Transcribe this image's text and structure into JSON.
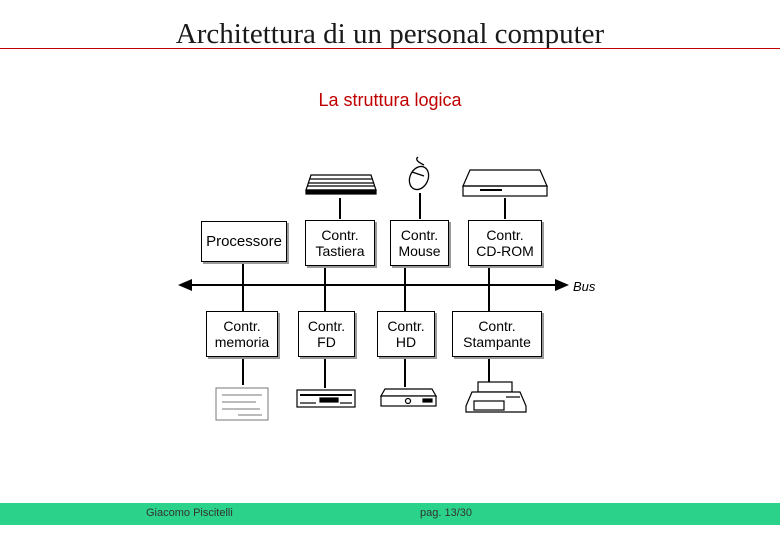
{
  "slide": {
    "title": "Architettura di un personal computer",
    "subtitle": "La struttura logica"
  },
  "diagram": {
    "bus_label": "Bus",
    "processor": "Processore",
    "top_controllers": [
      {
        "line1": "Contr.",
        "line2": "Tastiera"
      },
      {
        "line1": "Contr.",
        "line2": "Mouse"
      },
      {
        "line1": "Contr.",
        "line2": "CD-ROM"
      }
    ],
    "bottom_controllers": [
      {
        "line1": "Contr.",
        "line2": "memoria"
      },
      {
        "line1": "Contr.",
        "line2": "FD"
      },
      {
        "line1": "Contr.",
        "line2": "HD"
      },
      {
        "line1": "Contr.",
        "line2": "Stampante"
      }
    ],
    "devices": [
      "keyboard-icon",
      "mouse-icon",
      "cdrom-drive-icon",
      "memory-chip-icon",
      "floppy-drive-icon",
      "hard-disk-icon",
      "printer-icon"
    ]
  },
  "footer": {
    "author": "Giacomo Piscitelli",
    "page": "pag. 13/30"
  },
  "colors": {
    "title_rule": "#c00000",
    "subtitle": "#c00000",
    "footer_bar": "#2bd38a"
  }
}
